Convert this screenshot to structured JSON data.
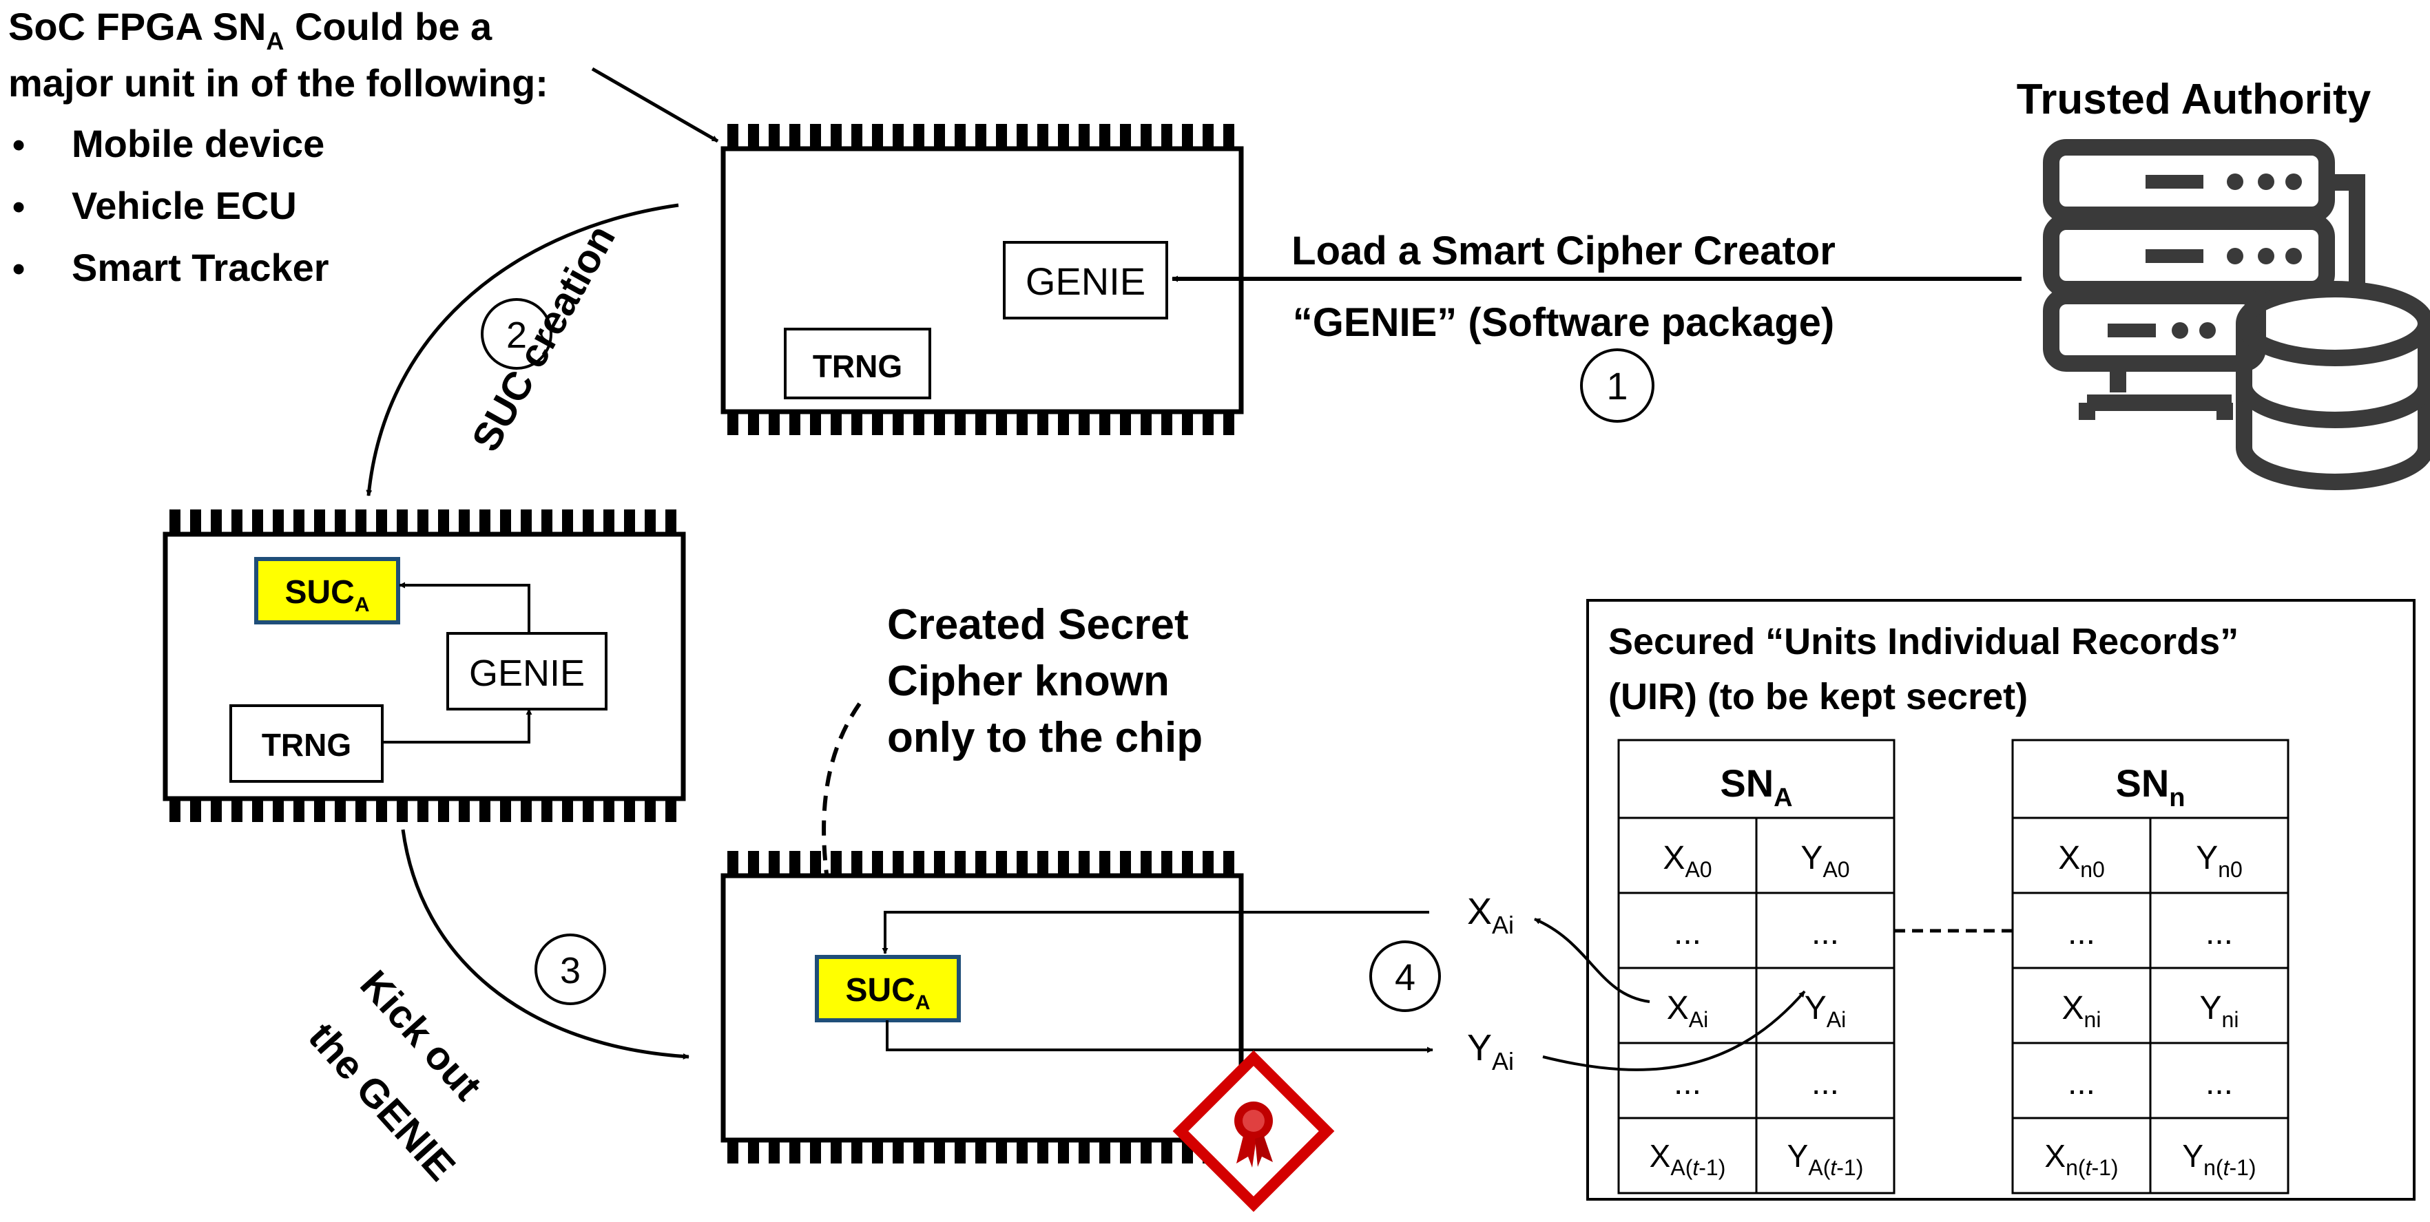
{
  "intro": {
    "line1_prefix": "SoC  FPGA  SN",
    "line1_sub": "A",
    "line1_suffix": "  Could  be  a",
    "line2": "major unit in of the following:",
    "bullets": [
      "Mobile device",
      "Vehicle ECU",
      "Smart Tracker"
    ],
    "bullet_glyph": "•"
  },
  "trusted_authority": {
    "label": "Trusted Authority",
    "icon": "server-database-icon"
  },
  "load_arrow": {
    "line1": "Load a Smart  Cipher  Creator",
    "line2": "“GENIE”  (Software package)"
  },
  "steps": {
    "s1": "1",
    "s2": "2",
    "s3": "3",
    "s4": "4"
  },
  "step_labels": {
    "suc_creation": "SUC creation",
    "kick_line1": "Kick out",
    "kick_line2": "the GENIE"
  },
  "chips": {
    "genie": "GENIE",
    "trng": "TRNG",
    "suc_main": "SUC",
    "suc_sub": "A"
  },
  "secret_note": {
    "lines": [
      "Created Secret",
      "Cipher known",
      "only to the chip"
    ]
  },
  "io": {
    "x_main": "X",
    "x_sub": "Ai",
    "y_main": "Y",
    "y_sub": "Ai"
  },
  "uir": {
    "title_line1": "Secured “Units Individual Records”",
    "title_line2": "(UIR) (to be kept secret)",
    "ellipsis": "...",
    "tableA": {
      "header_main": "SN",
      "header_sub": "A",
      "rows": [
        [
          [
            "X",
            "A0"
          ],
          [
            "Y",
            "A0"
          ]
        ],
        [
          [
            "...",
            ""
          ],
          [
            "...",
            ""
          ]
        ],
        [
          [
            "X",
            "Ai"
          ],
          [
            "Y",
            "Ai"
          ]
        ],
        [
          [
            "...",
            ""
          ],
          [
            "...",
            ""
          ]
        ]
      ],
      "last": {
        "x_main": "X",
        "x_sub": "A(",
        "x_it": "t",
        "x_end": "-1)",
        "y_main": "Y",
        "y_sub": "A(",
        "y_it": "t",
        "y_end": "-1)"
      }
    },
    "tableN": {
      "header_main": "SN",
      "header_sub": "n",
      "rows": [
        [
          [
            "X",
            "n0"
          ],
          [
            "Y",
            "n0"
          ]
        ],
        [
          [
            "...",
            ""
          ],
          [
            "...",
            ""
          ]
        ],
        [
          [
            "X",
            "ni"
          ],
          [
            "Y",
            "ni"
          ]
        ],
        [
          [
            "...",
            ""
          ],
          [
            "...",
            ""
          ]
        ]
      ],
      "last": {
        "x_main": "X",
        "x_sub": "n(",
        "x_it": "t",
        "x_end": "-1)",
        "y_main": "Y",
        "y_sub": "n(",
        "y_it": "t",
        "y_end": "-1)"
      }
    }
  },
  "colors": {
    "suc_fill": "#ffff00",
    "suc_border": "#1f4e79",
    "seal_red": "#d40000",
    "server_gray": "#3a3a3a"
  }
}
